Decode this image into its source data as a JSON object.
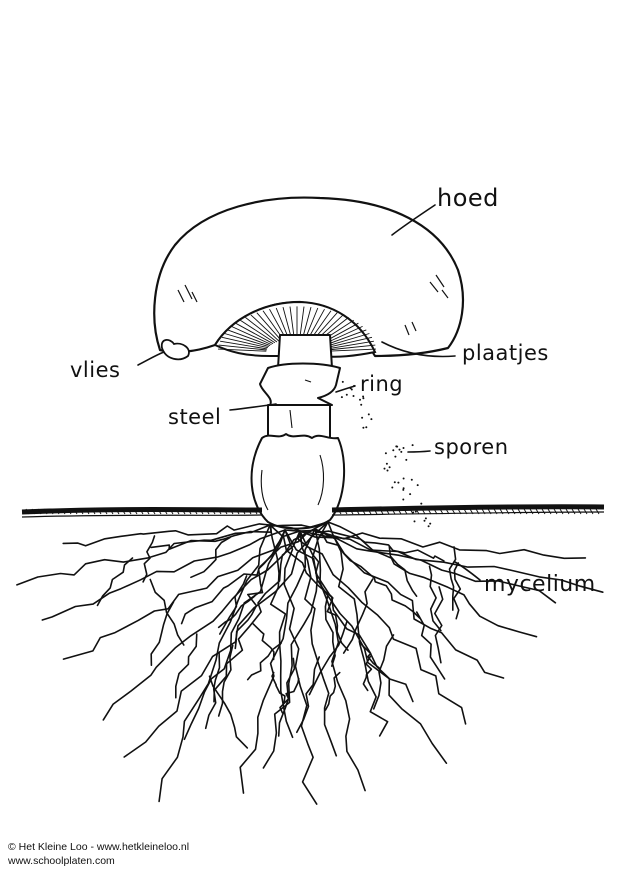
{
  "labels": {
    "hoed": "hoed",
    "plaatjes": "plaatjes",
    "vlies": "vlies",
    "ring": "ring",
    "steel": "steel",
    "sporen": "sporen",
    "mycelium": "mycelium"
  },
  "credits": {
    "line1": "© Het Kleine Loo - www.hetkleineloo.nl",
    "line2": "www.schoolplaten.com"
  },
  "colors": {
    "ink": "#111111",
    "paper": "#ffffff"
  }
}
